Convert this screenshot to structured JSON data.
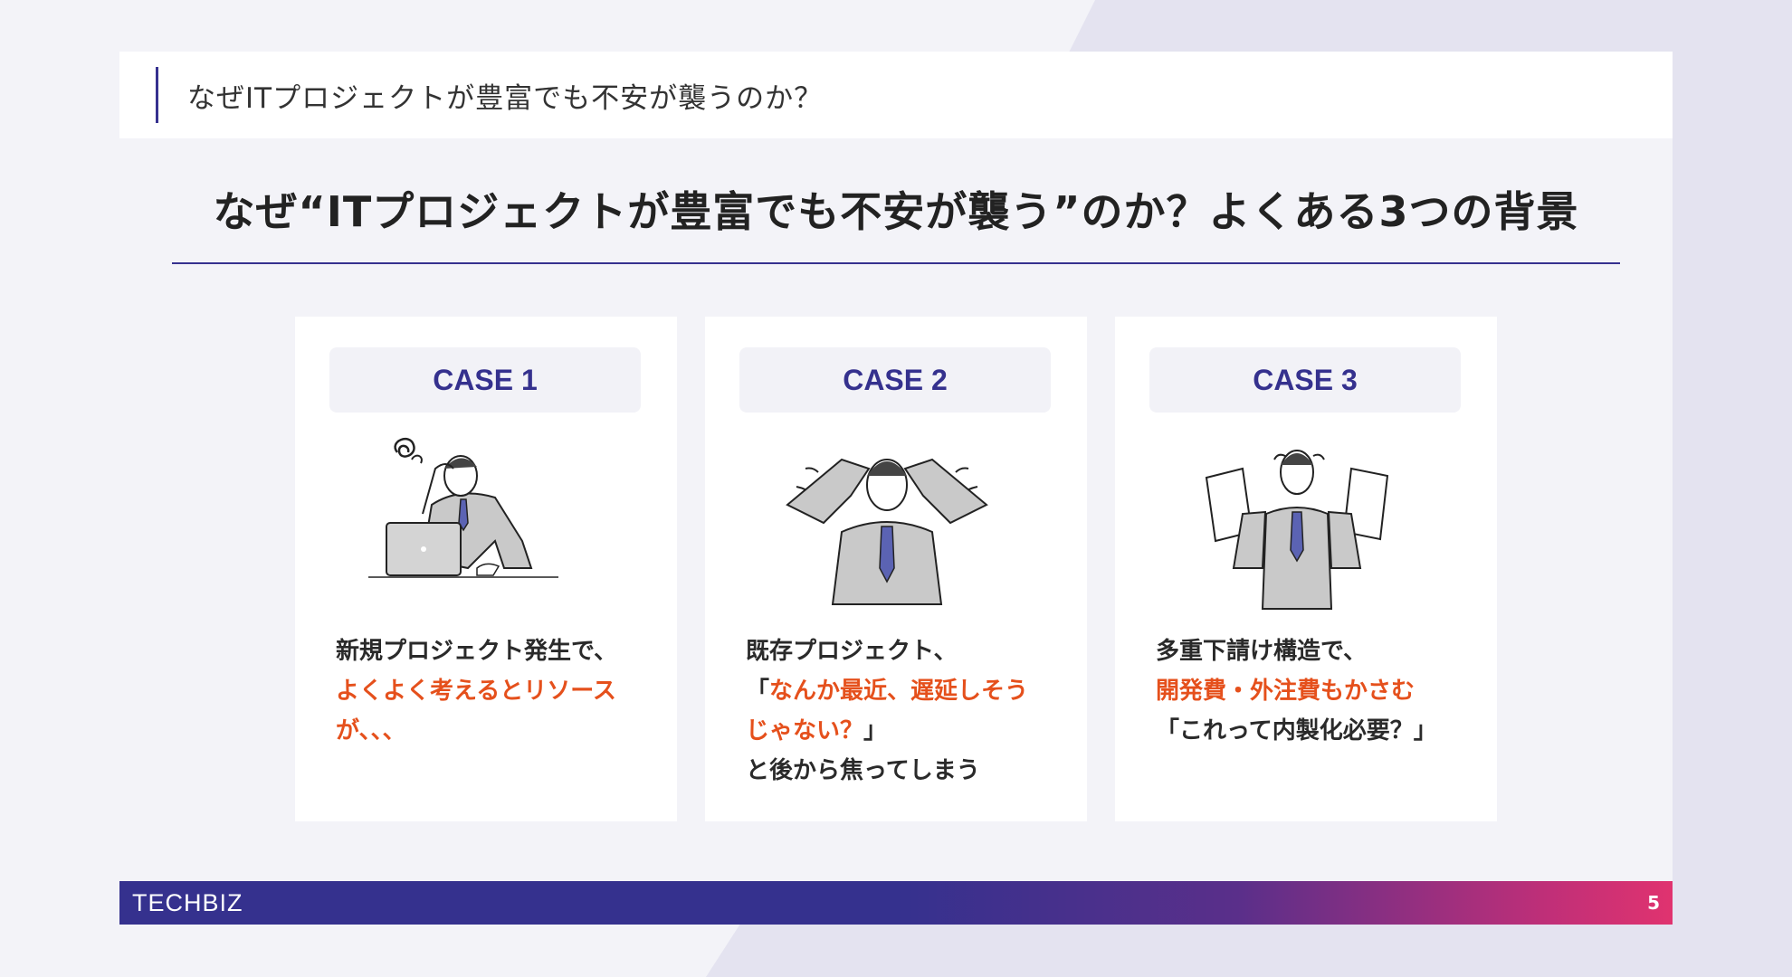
{
  "header": {
    "title": "なぜITプロジェクトが豊富でも不安が襲うのか？"
  },
  "main": {
    "title": "なぜ“ITプロジェクトが豊富でも不安が襲う”のか？よくある3つの背景"
  },
  "cards": [
    {
      "label": "CASE 1",
      "icon": "stressed-man-laptop-illustration",
      "lines": [
        {
          "text": "新規プロジェクト発生で、",
          "highlight": false
        },
        {
          "text": "よくよく考えるとリソース",
          "highlight": true
        },
        {
          "text": "が、、、",
          "highlight": true
        }
      ]
    },
    {
      "label": "CASE 2",
      "icon": "panicking-man-illustration",
      "lines": [
        {
          "text": "既存プロジェクト、",
          "highlight": false
        },
        {
          "text": "「なんか最近、遅延しそう",
          "highlight": true,
          "prefix": "「",
          "body": "なんか最近、遅延しそう"
        },
        {
          "text": "じゃない？」",
          "highlight": true,
          "body": "じゃない？",
          "suffix": "」"
        },
        {
          "text": "と後から焦ってしまう",
          "highlight": false
        }
      ]
    },
    {
      "label": "CASE 3",
      "icon": "confused-man-documents-illustration",
      "lines": [
        {
          "text": "多重下請け構造で、",
          "highlight": false
        },
        {
          "text": "開発費・外注費もかさむ",
          "highlight": true
        },
        {
          "text": "「これって内製化必要？」",
          "highlight": false
        }
      ]
    }
  ],
  "footer": {
    "brand": "TECHBIZ",
    "page_number": "5"
  },
  "colors": {
    "accent": "#35318e",
    "highlight": "#e5501c",
    "gradient_end": "#e0336f"
  }
}
